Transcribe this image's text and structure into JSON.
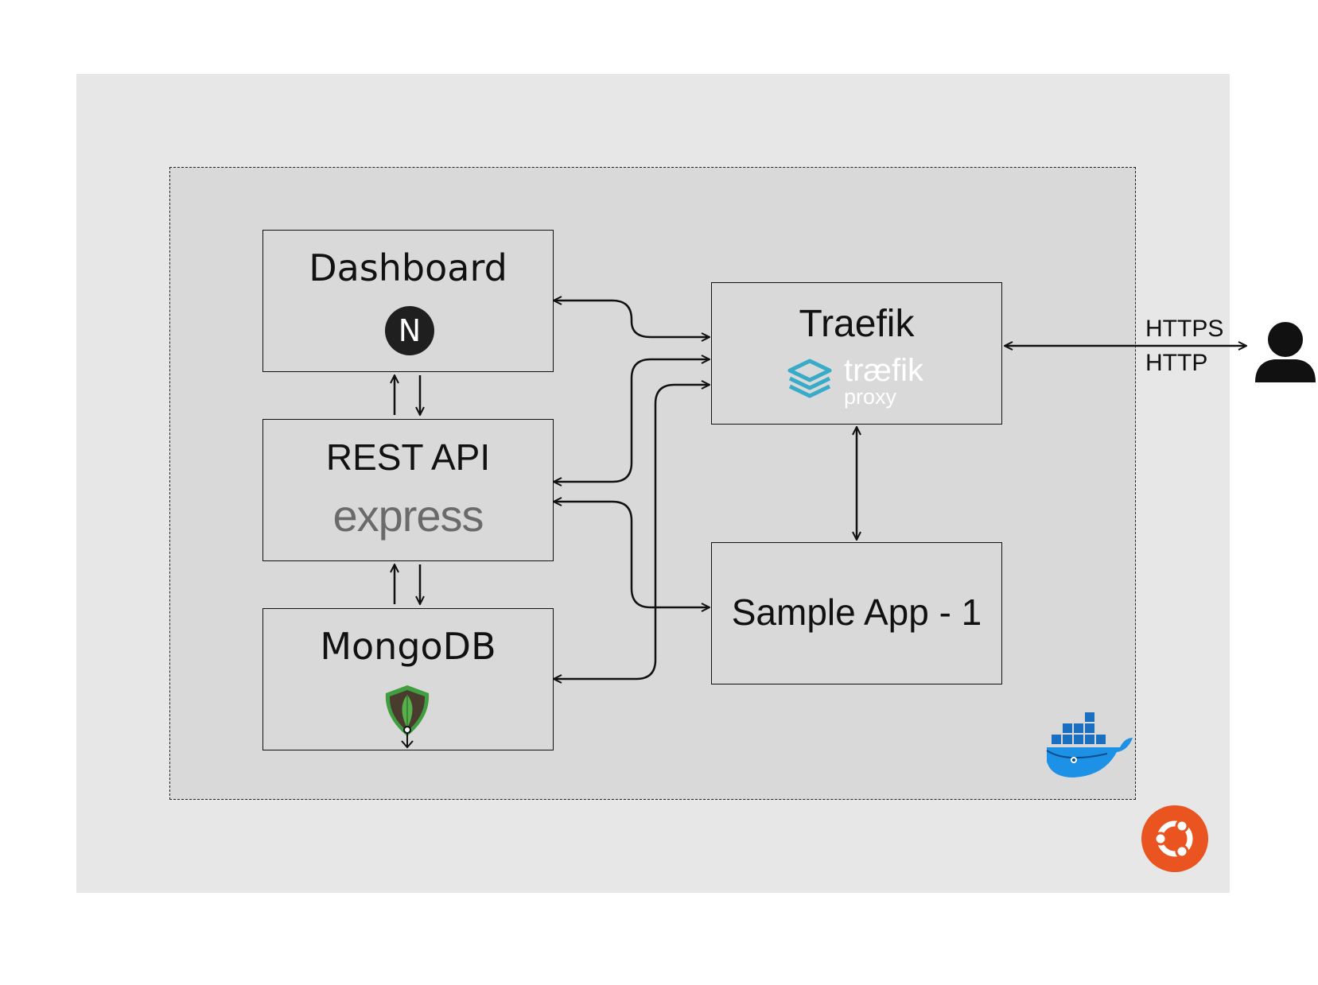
{
  "services": {
    "dashboard": {
      "title": "Dashboard",
      "logo_icon": "nextjs-icon",
      "logo_letter": "N"
    },
    "rest_api": {
      "title": "REST API",
      "logo_text": "express"
    },
    "mongodb": {
      "title": "MongoDB",
      "logo_icon": "mongodb-leaf-icon"
    },
    "traefik": {
      "title": "Traefik",
      "logo_word": "træfik",
      "logo_sub": "proxy",
      "logo_icon": "traefik-icon"
    },
    "sample_app": {
      "title": "Sample App - 1"
    }
  },
  "client": {
    "protocols": [
      "HTTPS",
      "HTTP"
    ],
    "icon": "user-icon"
  },
  "platform_icons": [
    "docker-whale-icon",
    "ubuntu-icon"
  ],
  "colors": {
    "host_bg": "#e7e7e7",
    "network_bg": "#d9d9d9",
    "traefik_blue": "#37abc8",
    "mongo_green": "#4aa84a",
    "ubuntu_orange": "#e95420",
    "docker_blue": "#1d91e6"
  }
}
